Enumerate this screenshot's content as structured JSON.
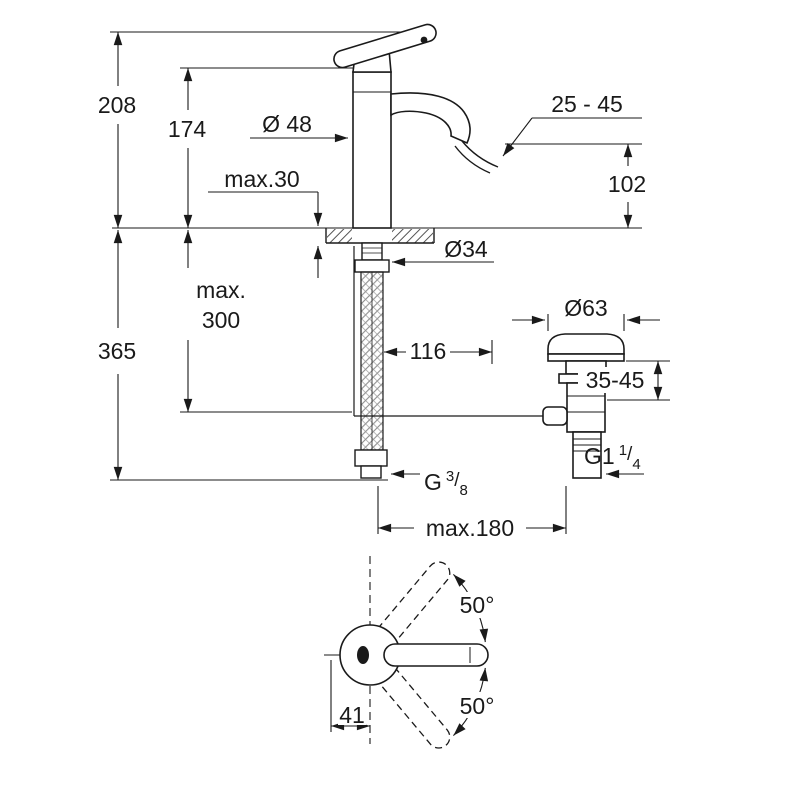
{
  "drawing": {
    "type": "technical-dimension-drawing",
    "subject": "single-lever basin mixer with pop-up waste",
    "line_color": "#1a1a1a",
    "background_color": "#ffffff",
    "labels": {
      "overall_height": "208",
      "body_height": "174",
      "body_diameter": "Ø 48",
      "aerator_range": "25 - 45",
      "spout_height": "102",
      "deck_thickness": "max.30",
      "hole_diameter": "Ø34",
      "hose_max_word": "max.",
      "hose_max_value": "300",
      "overall_depth": "365",
      "spout_reach": "116",
      "waste_flange_diameter": "Ø63",
      "waste_clamp_range": "35-45",
      "hose_thread_prefix": "G",
      "hose_thread_numerator": "3",
      "hose_thread_slash": "/",
      "hose_thread_denominator": "8",
      "waste_thread_prefix": "G1",
      "waste_thread_numerator": "1",
      "waste_thread_slash": "/",
      "waste_thread_denominator": "4",
      "center_distance": "max.180",
      "handle_swing_upper": "50°",
      "handle_swing_lower": "50°",
      "handle_offset": "41"
    }
  }
}
